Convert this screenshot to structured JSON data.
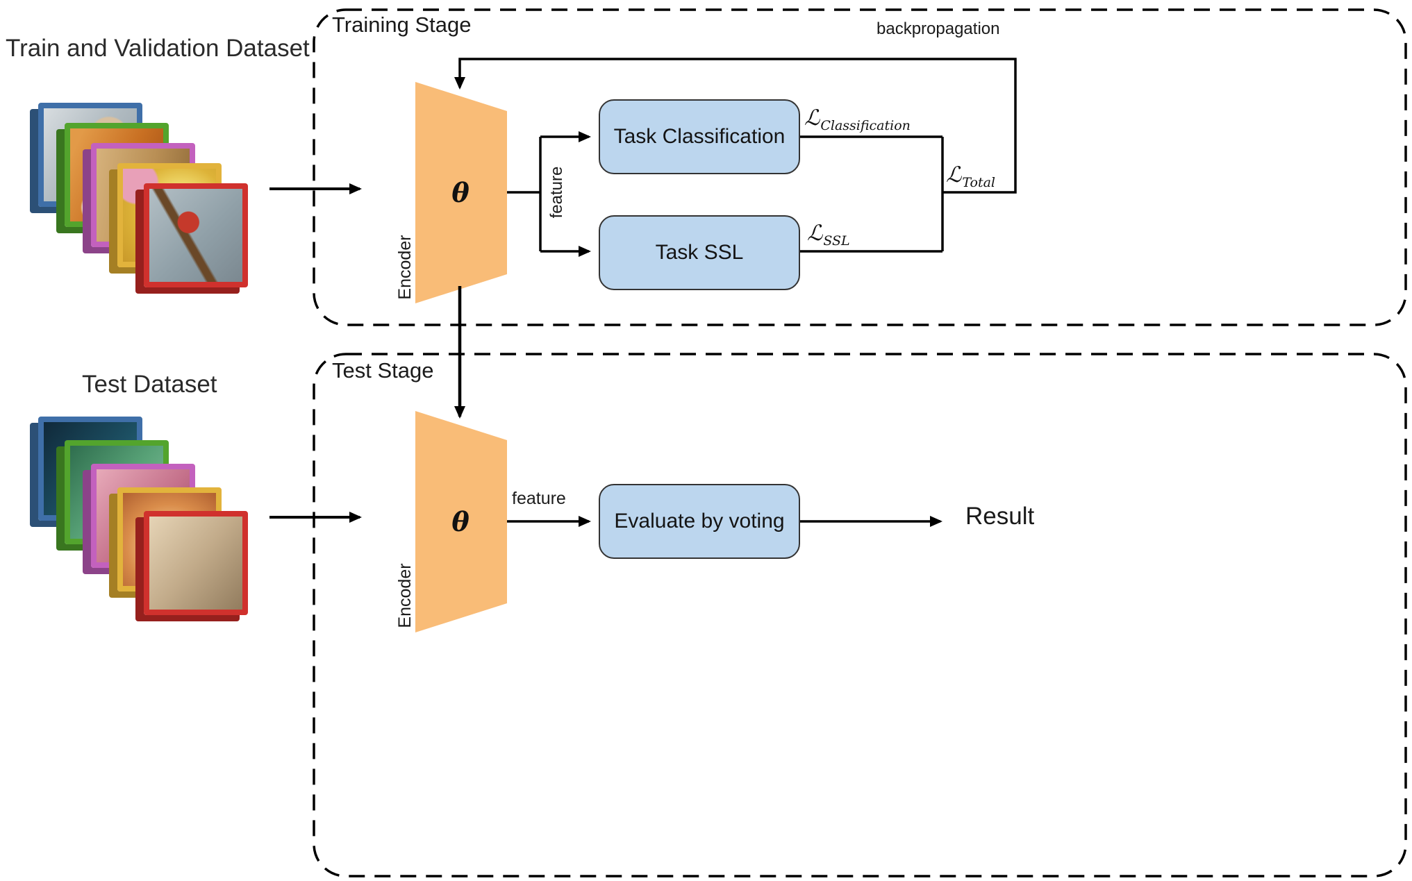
{
  "colors": {
    "line": "#000000",
    "encoder_fill": "#F9BC77",
    "box_fill": "#BCD6EE",
    "box_border": "#333333",
    "tile_blue": "#3F6FA8",
    "tile_green": "#53A42D",
    "tile_magenta": "#C361BE",
    "tile_gold": "#E2B33C",
    "tile_red": "#D0312D"
  },
  "datasets": {
    "train_label": "Train and Validation Dataset",
    "test_label": "Test Dataset"
  },
  "training_stage": {
    "title": "Training Stage",
    "backpropagation_label": "backpropagation",
    "encoder_symbol": "θ",
    "encoder_label": "Encoder",
    "feature_label": "feature",
    "task_classification_label": "Task Classification",
    "task_ssl_label": "Task SSL",
    "loss_classification_symbol": "ℒ",
    "loss_classification_sub": "Classification",
    "loss_ssl_symbol": "ℒ",
    "loss_ssl_sub": "SSL",
    "loss_total_symbol": "ℒ",
    "loss_total_sub": "Total"
  },
  "test_stage": {
    "title": "Test Stage",
    "encoder_symbol": "θ",
    "encoder_label": "Encoder",
    "feature_label": "feature",
    "evaluate_label": "Evaluate by voting",
    "result_label": "Result"
  }
}
